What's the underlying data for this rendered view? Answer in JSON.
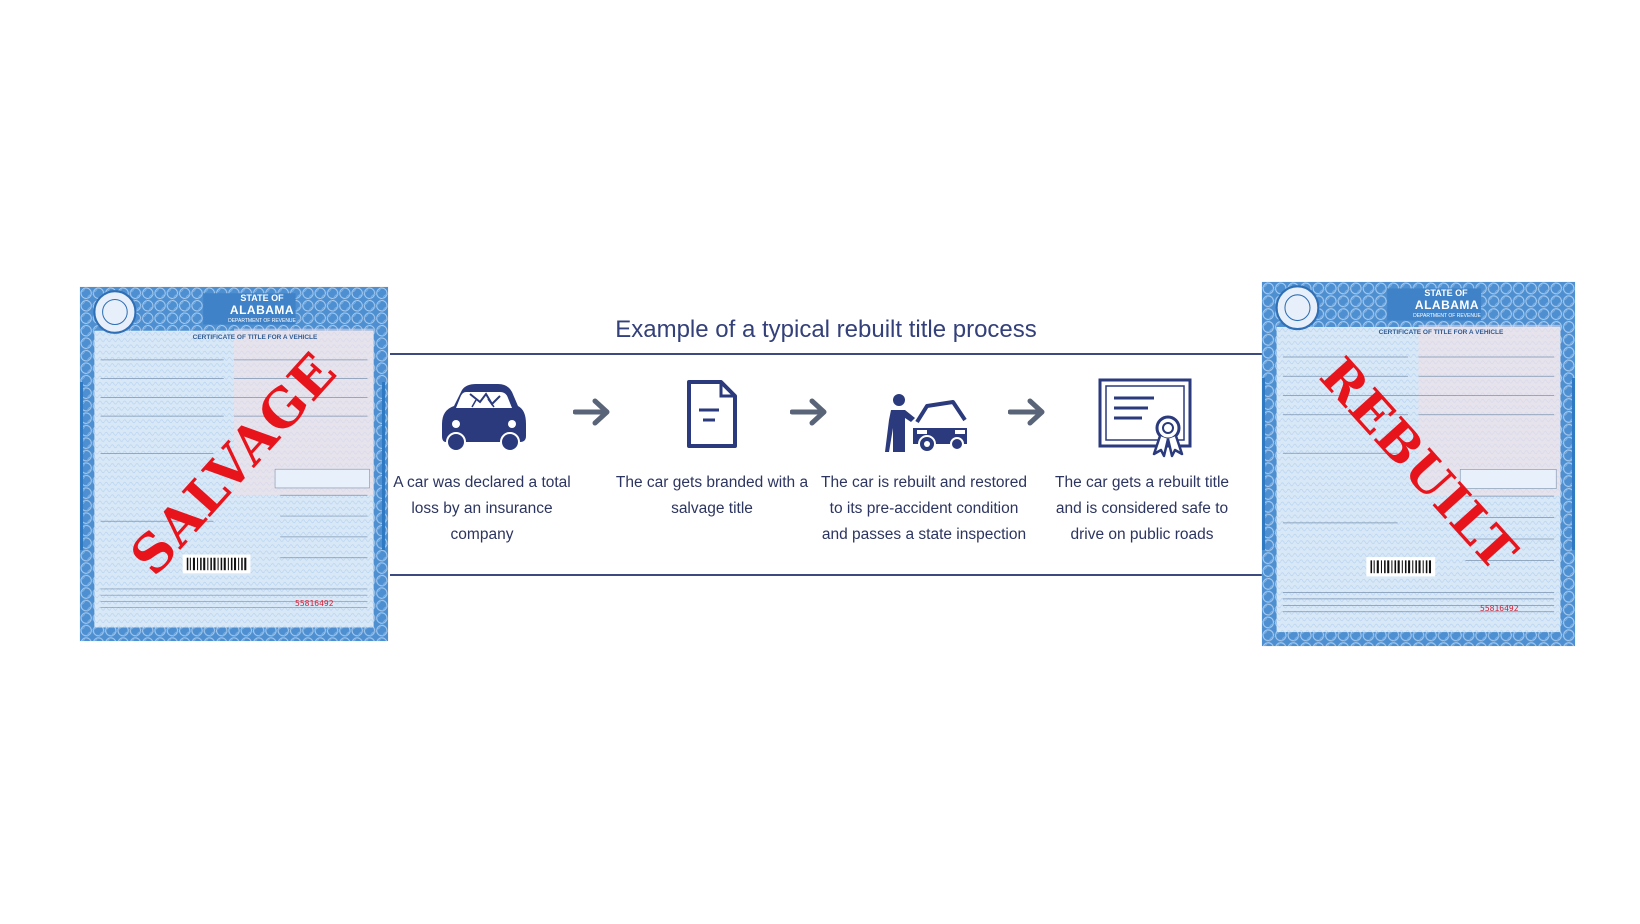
{
  "certificate_left": {
    "state_header": "STATE OF",
    "state_name": "ALABAMA",
    "department": "DEPARTMENT OF REVENUE",
    "document_title": "CERTIFICATE OF TITLE FOR A VEHICLE",
    "control_number": "55816492",
    "stamp": "SALVAGE"
  },
  "certificate_right": {
    "state_header": "STATE OF",
    "state_name": "ALABAMA",
    "department": "DEPARTMENT OF REVENUE",
    "document_title": "CERTIFICATE OF TITLE FOR A VEHICLE",
    "control_number": "55816492",
    "stamp": "REBUILT"
  },
  "process": {
    "title": "Example of a typical rebuilt title process",
    "steps": [
      {
        "icon": "damaged-car-icon",
        "text": "A car was declared a total loss by an insurance company"
      },
      {
        "icon": "document-icon",
        "text": "The car gets branded with a salvage title"
      },
      {
        "icon": "mechanic-repair-icon",
        "text": "The car is rebuilt and restored to its pre-accident condition and passes a state inspection"
      },
      {
        "icon": "certificate-icon",
        "text": "The car gets a rebuilt title and is considered safe to drive on public roads"
      }
    ]
  },
  "colors": {
    "accent_navy": "#2a3a7c",
    "certificate_blue": "#5b9bd5",
    "stamp_red": "#e8141c",
    "arrow_gray": "#5a6478"
  }
}
